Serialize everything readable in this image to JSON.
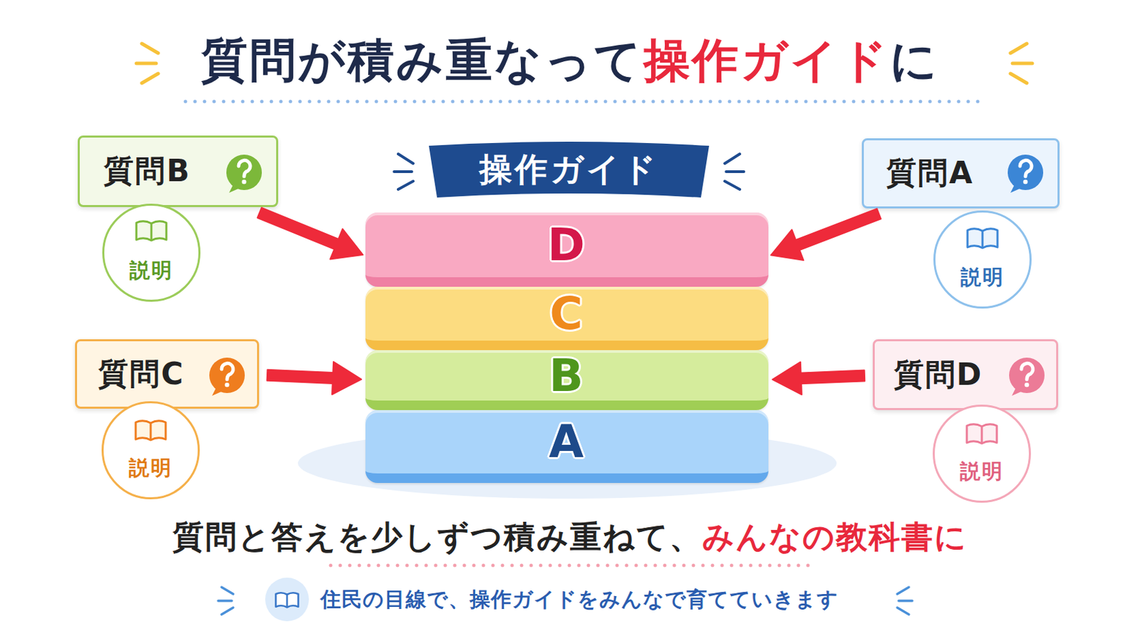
{
  "diagram": {
    "title": "質問が積み重なって操作ガイドに",
    "caption": "質問と答えを少しずつ積み重ねて、みんなの教科書に",
    "nodes": [
      {
        "text": [
          "質問B"
        ]
      },
      {
        "text": [
          "説明"
        ]
      },
      {
        "text": [
          "操作ガイド"
        ]
      },
      {
        "text": [
          "D"
        ]
      },
      {
        "text": [
          "C"
        ]
      },
      {
        "text": [
          "B"
        ]
      },
      {
        "text": [
          "A"
        ]
      },
      {
        "text": [
          "質問A"
        ]
      },
      {
        "text": [
          "説明"
        ]
      },
      {
        "text": [
          "質問C"
        ]
      },
      {
        "text": [
          "説明"
        ]
      },
      {
        "text": [
          "質問D"
        ]
      },
      {
        "text": [
          "説明"
        ]
      }
    ],
    "edges": [
      {
        "from": 0,
        "to": 3,
        "arrow": "to"
      },
      {
        "from": 7,
        "to": 3,
        "arrow": "to"
      },
      {
        "from": 9,
        "to": 5,
        "arrow": "to"
      },
      {
        "from": 11,
        "to": 5,
        "arrow": "to"
      }
    ],
    "labels": [
      "住民の目線で、操作ガイドをみんなで育てていきます"
    ]
  }
}
